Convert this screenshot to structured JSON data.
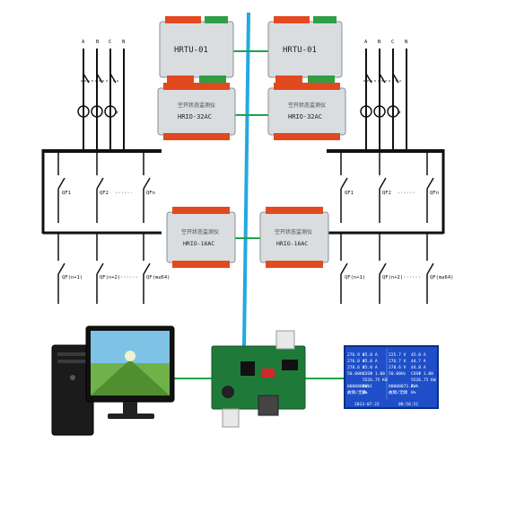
{
  "colors": {
    "bus": "#111111",
    "comm_blue": "#23a9e1",
    "link_green": "#1aa64a",
    "module_body": "#d9dde0",
    "terminal_red": "#e2491f",
    "terminal_green": "#2f9e46",
    "pcb_green": "#1f7a3a",
    "lcd_blue": "#1e4fc9"
  },
  "phase_labels": [
    "A",
    "B",
    "C",
    "N"
  ],
  "left_breakers_top": [
    "QF1",
    "QF2",
    "······",
    "QFn"
  ],
  "left_breakers_bottom": [
    "QF(n+1)",
    "QF(n+2)······",
    "QF(m≤64)"
  ],
  "right_breakers_top": [
    "QF1",
    "QF2",
    "······",
    "QFn"
  ],
  "right_breakers_bottom": [
    "QF(n+1)",
    "QF(n+2)······",
    "QF(m≤64)"
  ],
  "modules": {
    "hrtu_left": {
      "title": "HRTU-01",
      "icon": "rtu-module-icon"
    },
    "hrtu_right": {
      "title": "HRTU-01",
      "icon": "rtu-module-icon"
    },
    "hrio32_left": {
      "cn": "空开状态监测仪",
      "title": "HRIO-32AC"
    },
    "hrio32_right": {
      "cn": "空开状态监测仪",
      "title": "HRIO-32AC"
    },
    "hrio16_left": {
      "cn": "空开状态监测仪",
      "title": "HRIO-16AC"
    },
    "hrio16_right": {
      "cn": "空开状态监测仪",
      "title": "HRIO-16AC"
    }
  },
  "computer": {
    "icon": "desktop-computer-icon"
  },
  "board": {
    "icon": "controller-pcb-icon"
  },
  "lcd": {
    "rows": [
      [
        "276.9 V",
        "45.0 A",
        "|",
        "225.7 V",
        "45.0 A"
      ],
      [
        "276.8 V",
        "45.0 A",
        "|",
        "276.7 V",
        "44.7 A"
      ],
      [
        "278.6 V",
        "45.0 A",
        "|",
        "278.6 V",
        "44.8 A"
      ],
      [
        "50.00Hz",
        "COSΦ 1.00",
        "|",
        "50.00Hz",
        "COSΦ 1.00"
      ],
      [
        "",
        "5526.75 KW",
        "|",
        "",
        "5526.75 KW"
      ],
      [
        "00000004.1",
        "KWh",
        "|",
        "00000072.2",
        "KWh"
      ],
      [
        "故障/无障",
        "0%",
        "|",
        "故障/无障",
        "0%"
      ]
    ],
    "footer_left": "2013-07-22",
    "footer_right": "08:56:51"
  }
}
